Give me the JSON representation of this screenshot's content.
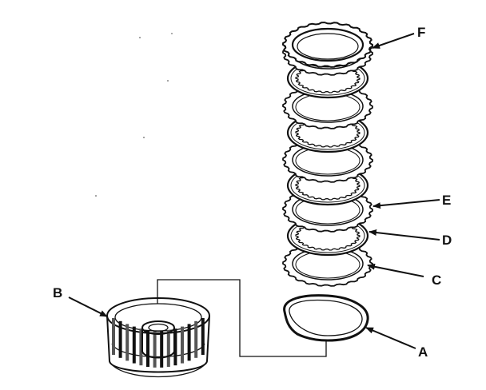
{
  "labels": {
    "a": "A",
    "b": "B",
    "c": "C",
    "d": "D",
    "e": "E",
    "f": "F"
  },
  "colors": {
    "ink": "#111111",
    "paper": "#ffffff"
  }
}
